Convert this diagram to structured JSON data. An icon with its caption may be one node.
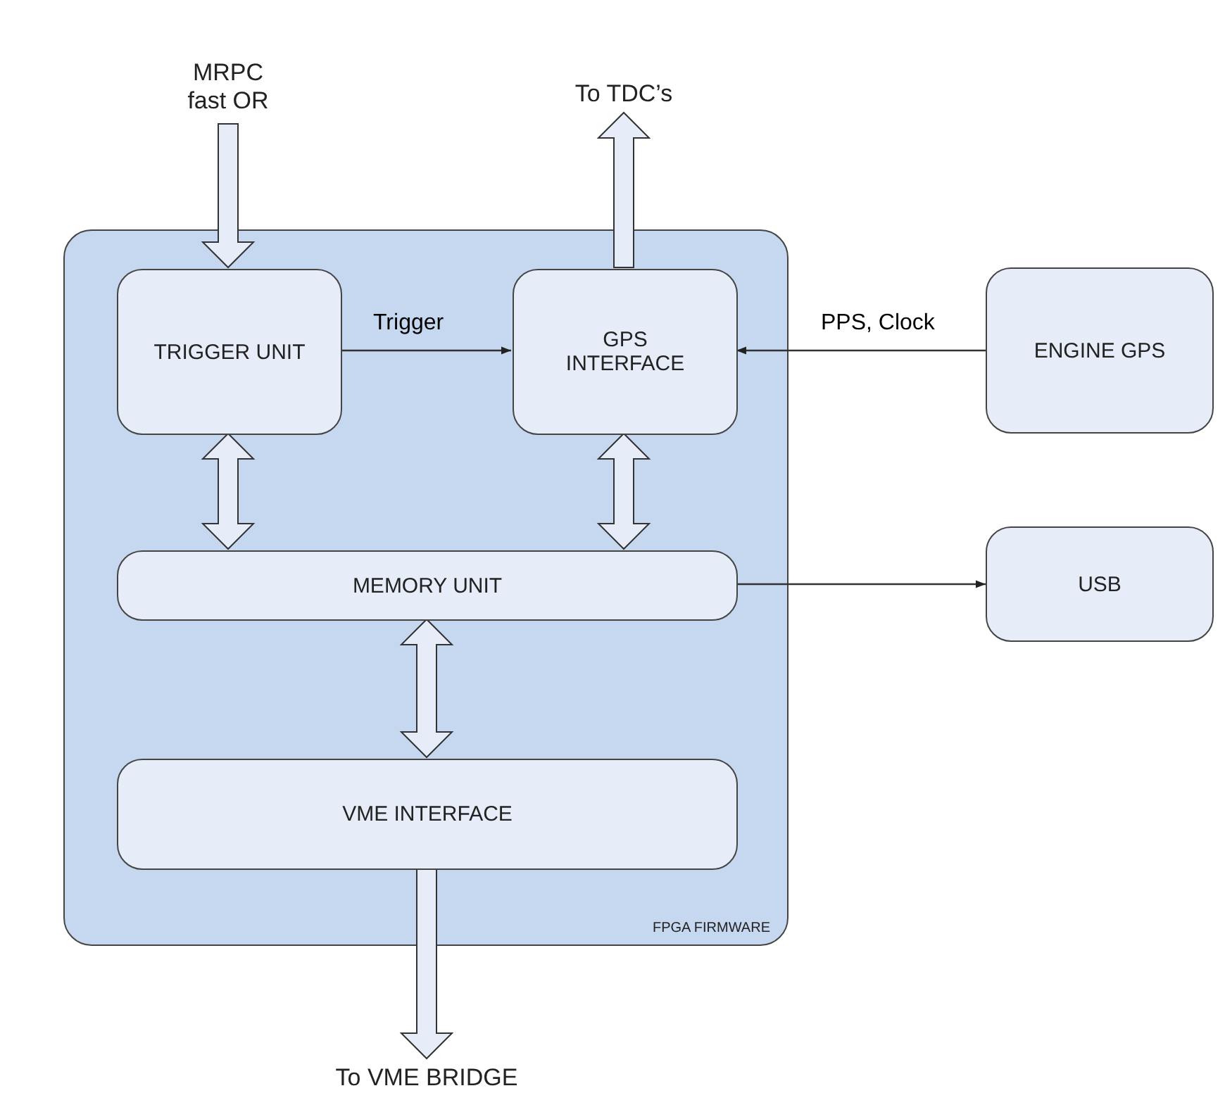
{
  "diagram": {
    "nodes": [
      {
        "text": [
          "FPGA FIRMWARE"
        ]
      },
      {
        "text": [
          "TRIGGER UNIT"
        ],
        "in": 0
      },
      {
        "text": [
          "GPS INTERFACE"
        ],
        "in": 0
      },
      {
        "text": [
          "MEMORY UNIT"
        ],
        "in": 0
      },
      {
        "text": [
          "VME INTERFACE"
        ],
        "in": 0
      },
      {
        "text": [
          "ENGINE GPS"
        ]
      },
      {
        "text": [
          "USB"
        ]
      },
      {
        "text": [
          "MRPC fast OR"
        ]
      },
      {
        "text": [
          "To TDC’s"
        ]
      },
      {
        "text": [
          "To VME BRIDGE"
        ]
      }
    ],
    "edges": [
      {
        "from": 7,
        "to": 1,
        "arrow": "to",
        "style": "thick"
      },
      {
        "from": 2,
        "to": 8,
        "arrow": "to",
        "style": "thick"
      },
      {
        "from": 1,
        "to": 2,
        "arrow": "to",
        "label": "Trigger"
      },
      {
        "from": 5,
        "to": 2,
        "arrow": "to",
        "label": "PPS, Clock"
      },
      {
        "from": 1,
        "to": 3,
        "arrow": "both",
        "style": "thick"
      },
      {
        "from": 2,
        "to": 3,
        "arrow": "both",
        "style": "thick"
      },
      {
        "from": 3,
        "to": 6,
        "arrow": "to"
      },
      {
        "from": 3,
        "to": 4,
        "arrow": "both",
        "style": "thick"
      },
      {
        "from": 4,
        "to": 9,
        "arrow": "to",
        "style": "thick"
      }
    ]
  }
}
